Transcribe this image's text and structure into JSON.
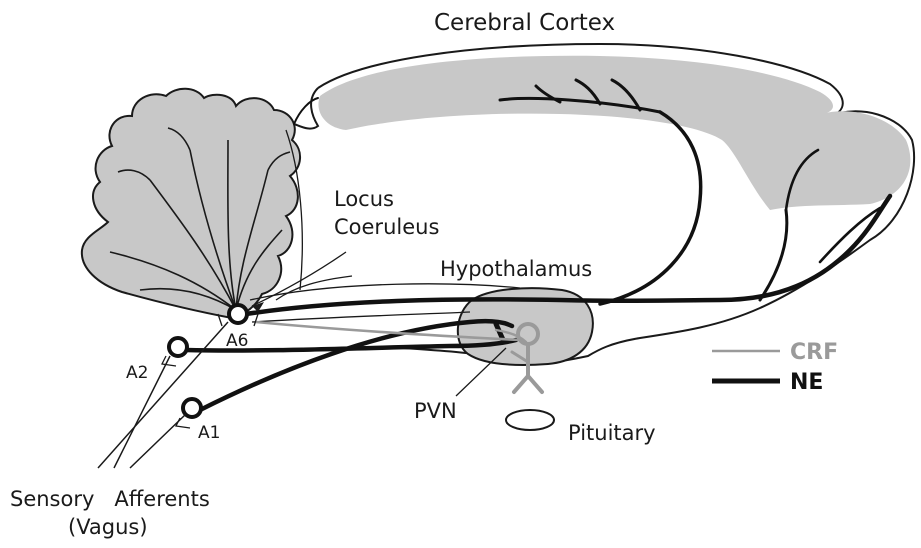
{
  "labels": {
    "cerebral_cortex": "Cerebral Cortex",
    "locus_coeruleus_line1": "Locus",
    "locus_coeruleus_line2": "Coeruleus",
    "hypothalamus": "Hypothalamus",
    "pvn": "PVN",
    "pituitary": "Pituitary",
    "a6": "A6",
    "a2": "A2",
    "a1": "A1",
    "sensory_afferents_line1": "Sensory   Afferents",
    "sensory_afferents_line2": "(Vagus)"
  },
  "legend": {
    "crf": {
      "label": "CRF",
      "color": "#9a9a9a"
    },
    "ne": {
      "label": "NE",
      "color": "#111111"
    }
  },
  "colors": {
    "tissue_fill": "#c8c8c8",
    "outline": "#1a1a1a",
    "background": "#ffffff"
  }
}
